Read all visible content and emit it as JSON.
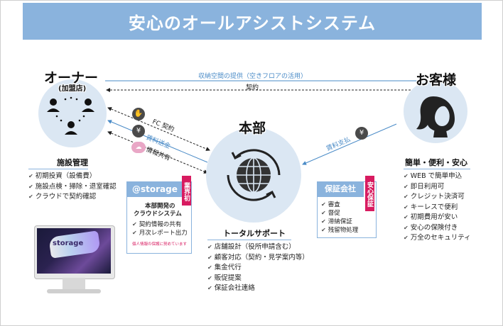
{
  "title": "安心のオールアシストシステム",
  "owner": {
    "name": "オーナー",
    "sub": "(加盟店)",
    "section_title": "施設管理",
    "items": [
      "初期投資（設備費）",
      "施設点検・掃除・退室確認",
      "クラウドで契約確認"
    ]
  },
  "customer": {
    "name": "お客様",
    "section_title": "簡単・便利・安心",
    "items": [
      "WEB で簡単申込",
      "即日利用可",
      "クレジット決済可",
      "キーレスで便利",
      "初期費用が安い",
      "安心の保険付き",
      "万全のセキュリティ"
    ]
  },
  "hq": {
    "name": "本部",
    "section_title": "トータルサポート",
    "items": [
      "店舗設計（役所申請含む）",
      "顧客対応（契約・見学案内等）",
      "集金代行",
      "販促提案",
      "保証会社連絡"
    ]
  },
  "arrows": {
    "top_label": "収納空間の提供（空きフロアの活用）",
    "contract_label": "契約",
    "fc_label": "FC 契約",
    "fee_send_label": "賃料送金",
    "info_label": "情報共有",
    "rent_pay_label": "賃料支払"
  },
  "storage_box": {
    "logo": "@storage",
    "tag": "業界初",
    "subtitle_line1": "本部開発の",
    "subtitle_line2": "クラウドシステム",
    "items": [
      "契約情報の共有",
      "月次レポート出力"
    ],
    "note": "個人情報の保護に努めています"
  },
  "guarantee_box": {
    "title": "保証会社",
    "tag": "安心保証",
    "items": [
      "審査",
      "督促",
      "滞納保証",
      "残留物処理"
    ]
  },
  "monitor": {
    "logo_text": "storage"
  },
  "colors": {
    "accent": "#8ab3dd",
    "circle": "#dbe7f3",
    "tag": "#d81b60",
    "arrow": "#4a8bc7"
  }
}
